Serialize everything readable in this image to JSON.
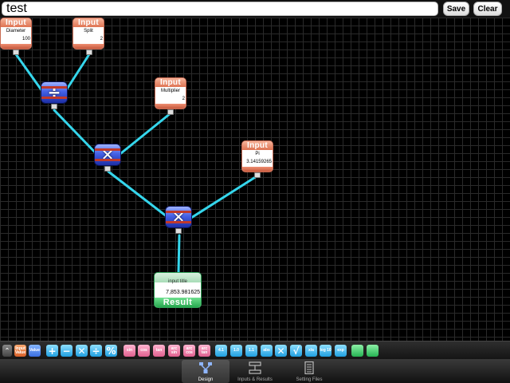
{
  "header": {
    "title_value": "test",
    "save_label": "Save",
    "clear_label": "Clear"
  },
  "input_nodes": [
    {
      "header": "Input",
      "name": "Diameter",
      "value": "100"
    },
    {
      "header": "Input",
      "name": "Split",
      "value": "2"
    },
    {
      "header": "Input",
      "name": "Multiplier",
      "value": "2"
    },
    {
      "header": "Input",
      "name": "Pi",
      "value": "3.14159265"
    }
  ],
  "operator_nodes": [
    {
      "symbol": "÷",
      "operation": "divide"
    },
    {
      "symbol": "✕",
      "operation": "multiply"
    },
    {
      "symbol": "✕",
      "operation": "multiply"
    }
  ],
  "result_node": {
    "title": "input title",
    "value": "7,853.981625",
    "label": "Result"
  },
  "palette": {
    "items": [
      {
        "label": "Input Value",
        "color": "orange",
        "icon": "input-value-icon"
      },
      {
        "label": "Value",
        "color": "blue",
        "icon": "value-icon"
      },
      {
        "label": "+",
        "color": "cyan",
        "icon": "plus-icon"
      },
      {
        "label": "−",
        "color": "cyan",
        "icon": "minus-icon"
      },
      {
        "label": "✕",
        "color": "cyan",
        "icon": "multiply-icon"
      },
      {
        "label": "÷",
        "color": "cyan",
        "icon": "divide-icon"
      },
      {
        "label": "%",
        "color": "cyan",
        "icon": "percent-icon"
      },
      {
        "label": "sin",
        "color": "pink",
        "icon": "sin-icon"
      },
      {
        "label": "cos",
        "color": "pink",
        "icon": "cos-icon"
      },
      {
        "label": "tan",
        "color": "pink",
        "icon": "tan-icon"
      },
      {
        "label": "arc sin",
        "color": "pink",
        "icon": "arcsin-icon"
      },
      {
        "label": "arc cos",
        "color": "pink",
        "icon": "arccos-icon"
      },
      {
        "label": "arc tan",
        "color": "pink",
        "icon": "arctan-icon"
      },
      {
        "label": "4.1",
        "color": "cyan",
        "icon": "round-icon"
      },
      {
        "label": "1.0",
        "color": "cyan",
        "icon": "floor-icon"
      },
      {
        "label": "1.1",
        "color": "cyan",
        "icon": "ceil-icon"
      },
      {
        "label": "abs",
        "color": "cyan",
        "icon": "abs-icon"
      },
      {
        "label": "✕",
        "color": "cyan",
        "icon": "power-icon"
      },
      {
        "label": "√",
        "color": "cyan",
        "icon": "sqrt-icon"
      },
      {
        "label": "x/a",
        "color": "cyan",
        "icon": "reciprocal-icon"
      },
      {
        "label": "log 10",
        "color": "cyan",
        "icon": "log10-icon"
      },
      {
        "label": "exp",
        "color": "cyan",
        "icon": "exp-icon"
      },
      {
        "label": "",
        "color": "green",
        "icon": "result-small-icon"
      },
      {
        "label": "",
        "color": "green",
        "icon": "result-icon"
      }
    ]
  },
  "tabs": [
    {
      "label": "Design",
      "icon": "design-tree-icon",
      "selected": true
    },
    {
      "label": "Inputs & Results",
      "icon": "inputs-results-icon",
      "selected": false
    },
    {
      "label": "Setting Files",
      "icon": "document-icon",
      "selected": false
    }
  ]
}
